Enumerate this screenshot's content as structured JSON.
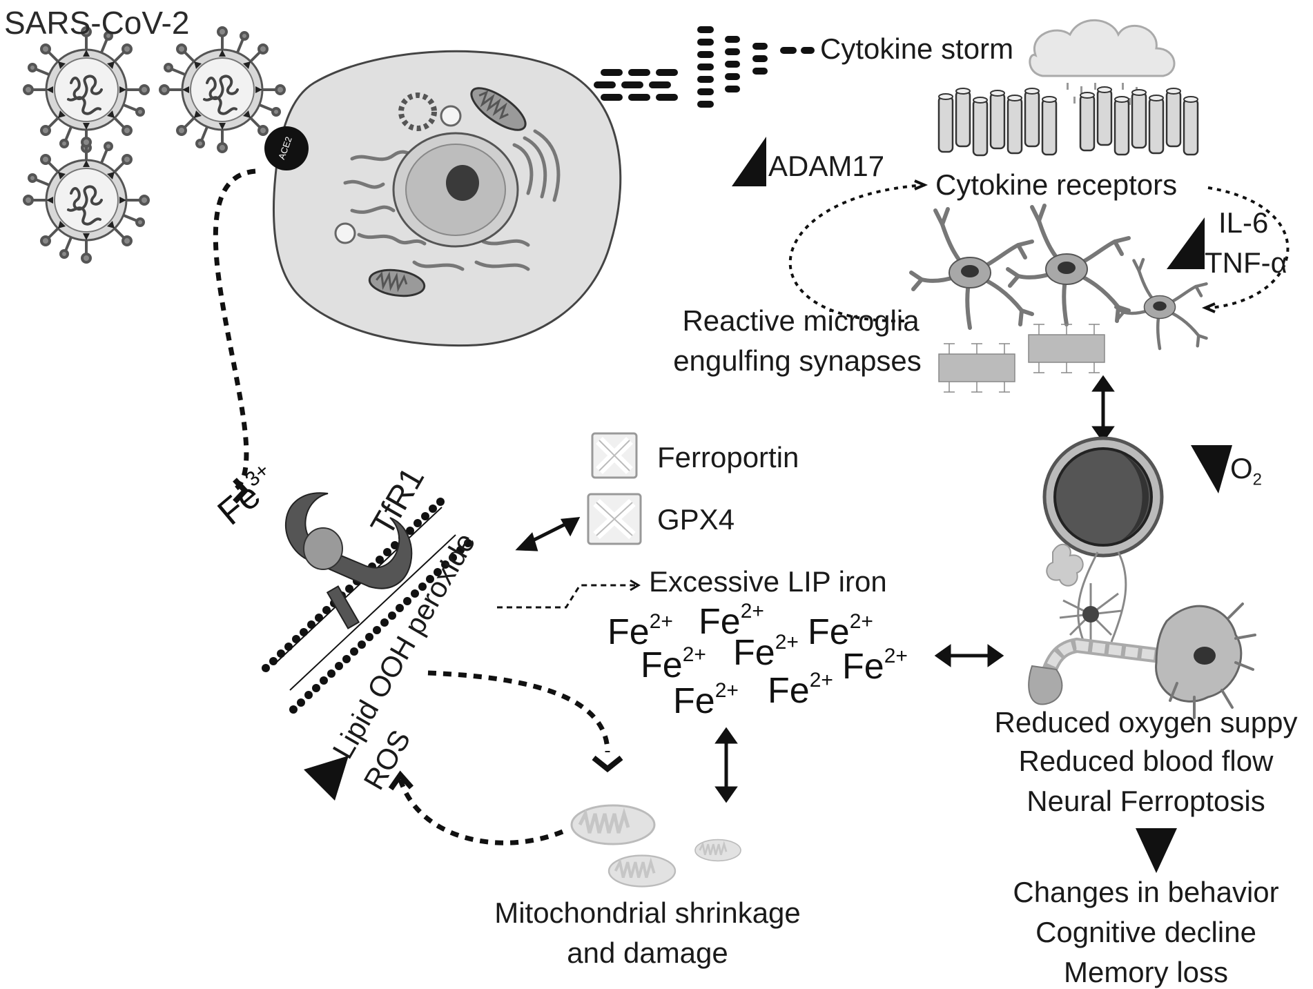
{
  "title": "SARS-CoV-2",
  "ace2": "ACE2",
  "cytokine_storm": "Cytokine storm",
  "adam17": "ADAM17",
  "cytokine_receptors": "Cytokine receptors",
  "il6": "IL-6",
  "tnfa": "TNF-α",
  "microglia": [
    "Reactive microglia",
    "engulfing synapses"
  ],
  "ferroportin": "Ferroportin",
  "gpx4": "GPX4",
  "o2": "O",
  "o2_sub": "2",
  "fe3_base": "Fe",
  "fe3_charge": "3+",
  "tfr1": "TfR1",
  "lipid": "Lipid OOH peroxide",
  "ros": "ROS",
  "lip": "Excessive LIP iron",
  "fe2_base": "Fe",
  "fe2_charge": "2+",
  "mito": [
    "Mitochondrial shrinkage",
    "and damage"
  ],
  "outcomes": [
    "Reduced oxygen suppy",
    "Reduced blood flow",
    "Neural Ferroptosis"
  ],
  "effects": [
    "Changes in behavior",
    "Cognitive decline",
    "Memory loss"
  ]
}
